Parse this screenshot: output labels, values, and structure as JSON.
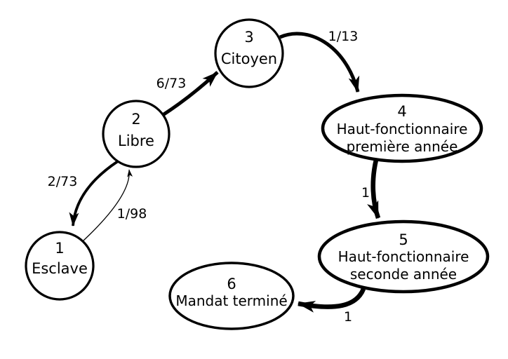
{
  "diagram": {
    "type": "state-transition-diagram",
    "background_color": "#ffffff",
    "ink_color": "#000000",
    "nodes": [
      {
        "id": "1",
        "number": "1",
        "lines": [
          "Esclave"
        ]
      },
      {
        "id": "2",
        "number": "2",
        "lines": [
          "Libre"
        ]
      },
      {
        "id": "3",
        "number": "3",
        "lines": [
          "Citoyen"
        ]
      },
      {
        "id": "4",
        "number": "4",
        "lines": [
          "Haut-fonctionnaire",
          "première année"
        ]
      },
      {
        "id": "5",
        "number": "5",
        "lines": [
          "Haut-fonctionnaire",
          "seconde année"
        ]
      },
      {
        "id": "6",
        "number": "6",
        "lines": [
          "Mandat terminé"
        ]
      }
    ],
    "edges": [
      {
        "from": "2",
        "to": "1",
        "label": "2/73",
        "weight": "medium"
      },
      {
        "from": "1",
        "to": "2",
        "label": "1/98",
        "weight": "thin"
      },
      {
        "from": "2",
        "to": "3",
        "label": "6/73",
        "weight": "thick"
      },
      {
        "from": "3",
        "to": "4",
        "label": "1/13",
        "weight": "thick"
      },
      {
        "from": "4",
        "to": "5",
        "label": "1",
        "weight": "very-thick"
      },
      {
        "from": "5",
        "to": "6",
        "label": "1",
        "weight": "very-thick"
      }
    ]
  }
}
